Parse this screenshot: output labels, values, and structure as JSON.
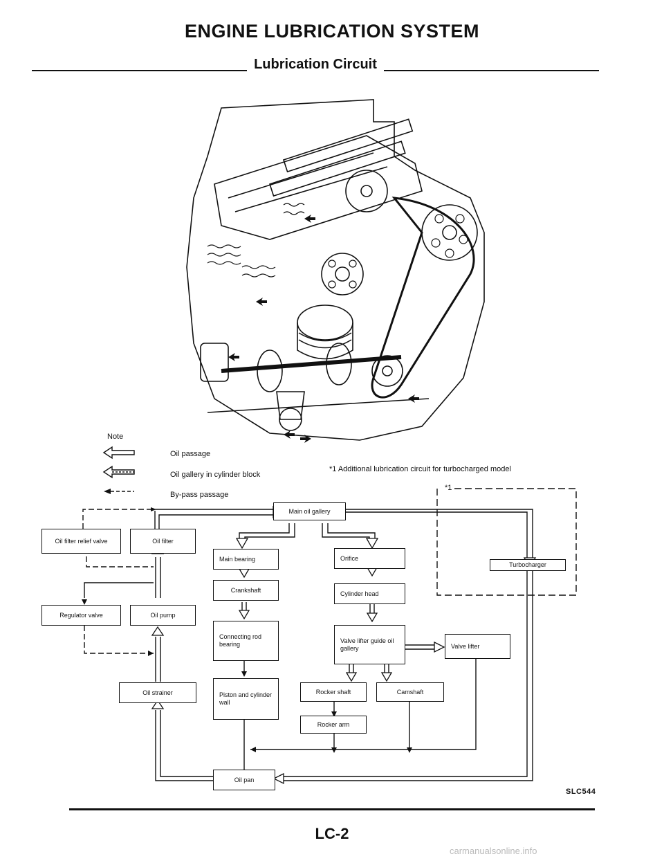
{
  "header": {
    "title": "ENGINE LUBRICATION SYSTEM",
    "subtitle": "Lubrication Circuit"
  },
  "legend": {
    "heading": "Note",
    "items": [
      "Oil passage",
      "Oil gallery in cylinder block",
      "By-pass passage"
    ],
    "footnote": "*1  Additional lubrication circuit for turbocharged model",
    "turbo_marker": "*1"
  },
  "flowchart": {
    "main_gallery": "Main oil gallery",
    "oil_filter_relief": "Oil filter relief valve",
    "oil_filter": "Oil filter",
    "regulator": "Regulator valve",
    "oil_pump": "Oil pump",
    "oil_strainer": "Oil strainer",
    "main_bearing": "Main bearing",
    "crankshaft": "Crankshaft",
    "connecting_rod": "Connecting rod bearing",
    "piston": "Piston and cylinder wall",
    "orifice": "Orifice",
    "cylinder_head": "Cylinder head",
    "valve_lifter_guide": "Valve lifter guide oil gallery",
    "valve_lifter": "Valve lifter",
    "rocker_shaft": "Rocker shaft",
    "camshaft": "Camshaft",
    "rocker_arm": "Rocker arm",
    "turbocharger": "Turbocharger",
    "oil_pan": "Oil pan"
  },
  "figure_code": "SLC544",
  "page_number": "LC-2",
  "watermark": "carmanualsonline.info"
}
